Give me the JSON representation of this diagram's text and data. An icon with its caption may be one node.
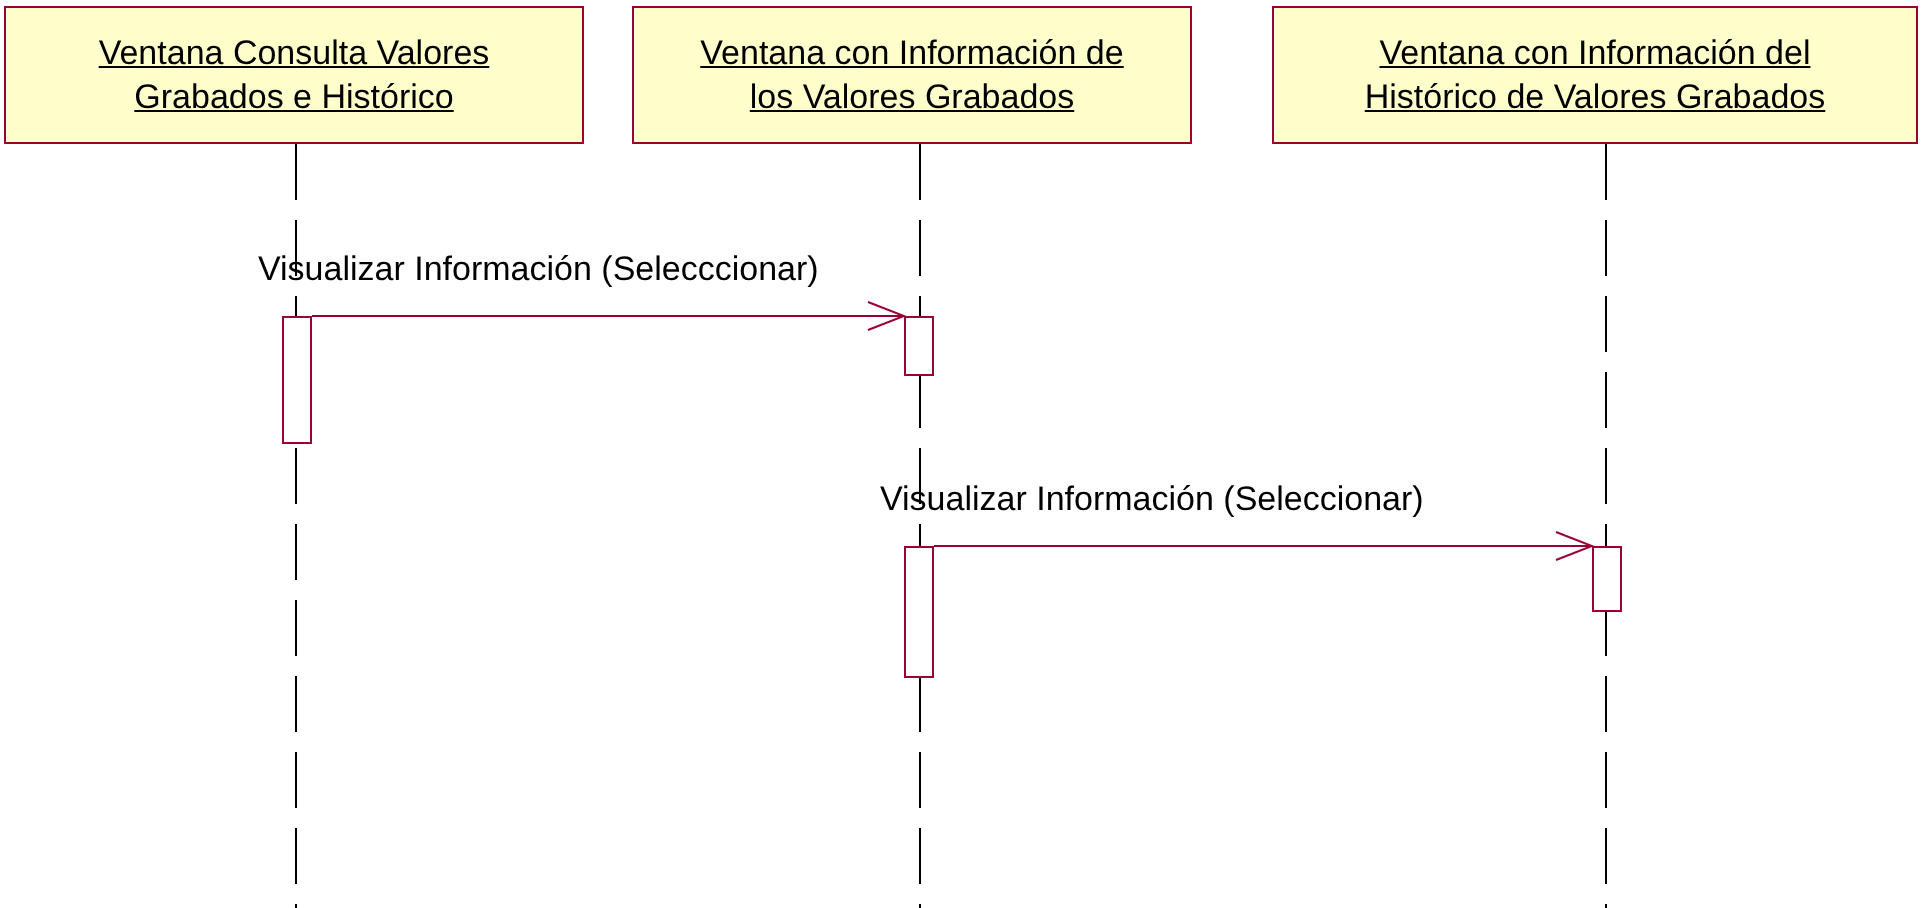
{
  "diagram": {
    "nodes": [
      {
        "text": [
          "Ventana Consulta Valores Grabados e Histórico"
        ]
      },
      {
        "text": [
          "Ventana con Información de los Valores Grabados"
        ]
      },
      {
        "text": [
          "Ventana con Información del Histórico de Valores Grabados"
        ]
      },
      {
        "text": [],
        "shape": "bar"
      },
      {
        "text": [],
        "shape": "bar"
      },
      {
        "text": [],
        "shape": "bar"
      },
      {
        "text": [],
        "shape": "bar"
      }
    ],
    "edges": [
      {
        "from": 3,
        "to": 4,
        "arrow": "to",
        "label": "Visualizar Información (Selecccionar)",
        "color": "#990033"
      },
      {
        "from": 5,
        "to": 6,
        "arrow": "to",
        "label": "Visualizar Información (Seleccionar)",
        "color": "#990033"
      }
    ]
  }
}
